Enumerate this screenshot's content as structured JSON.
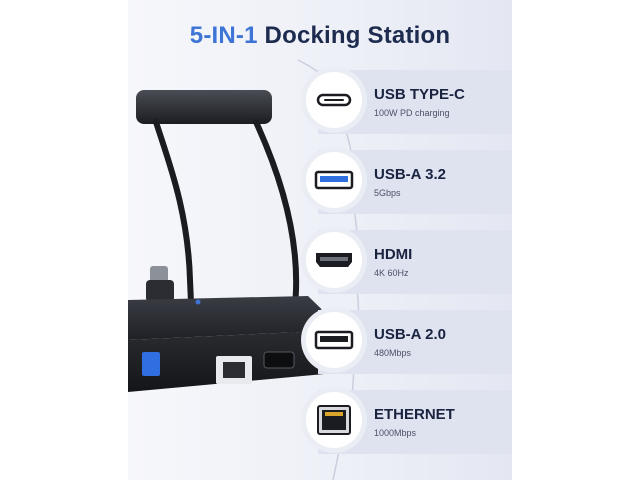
{
  "title": {
    "accent": "5-IN-1",
    "main": "Docking Station"
  },
  "features": [
    {
      "label": "USB TYPE-C",
      "sub": "100W PD charging",
      "icon": "usb-c-port-icon"
    },
    {
      "label": "USB-A 3.2",
      "sub": "5Gbps",
      "icon": "usb-a-blue-port-icon"
    },
    {
      "label": "HDMI",
      "sub": "4K 60Hz",
      "icon": "hdmi-port-icon"
    },
    {
      "label": "USB-A 2.0",
      "sub": "480Mbps",
      "icon": "usb-a-port-icon"
    },
    {
      "label": "ETHERNET",
      "sub": "1000Mbps",
      "icon": "ethernet-port-icon"
    }
  ],
  "colors": {
    "accent": "#3e74d6",
    "title": "#1d2b4f",
    "panel": "#dfe3f0"
  }
}
